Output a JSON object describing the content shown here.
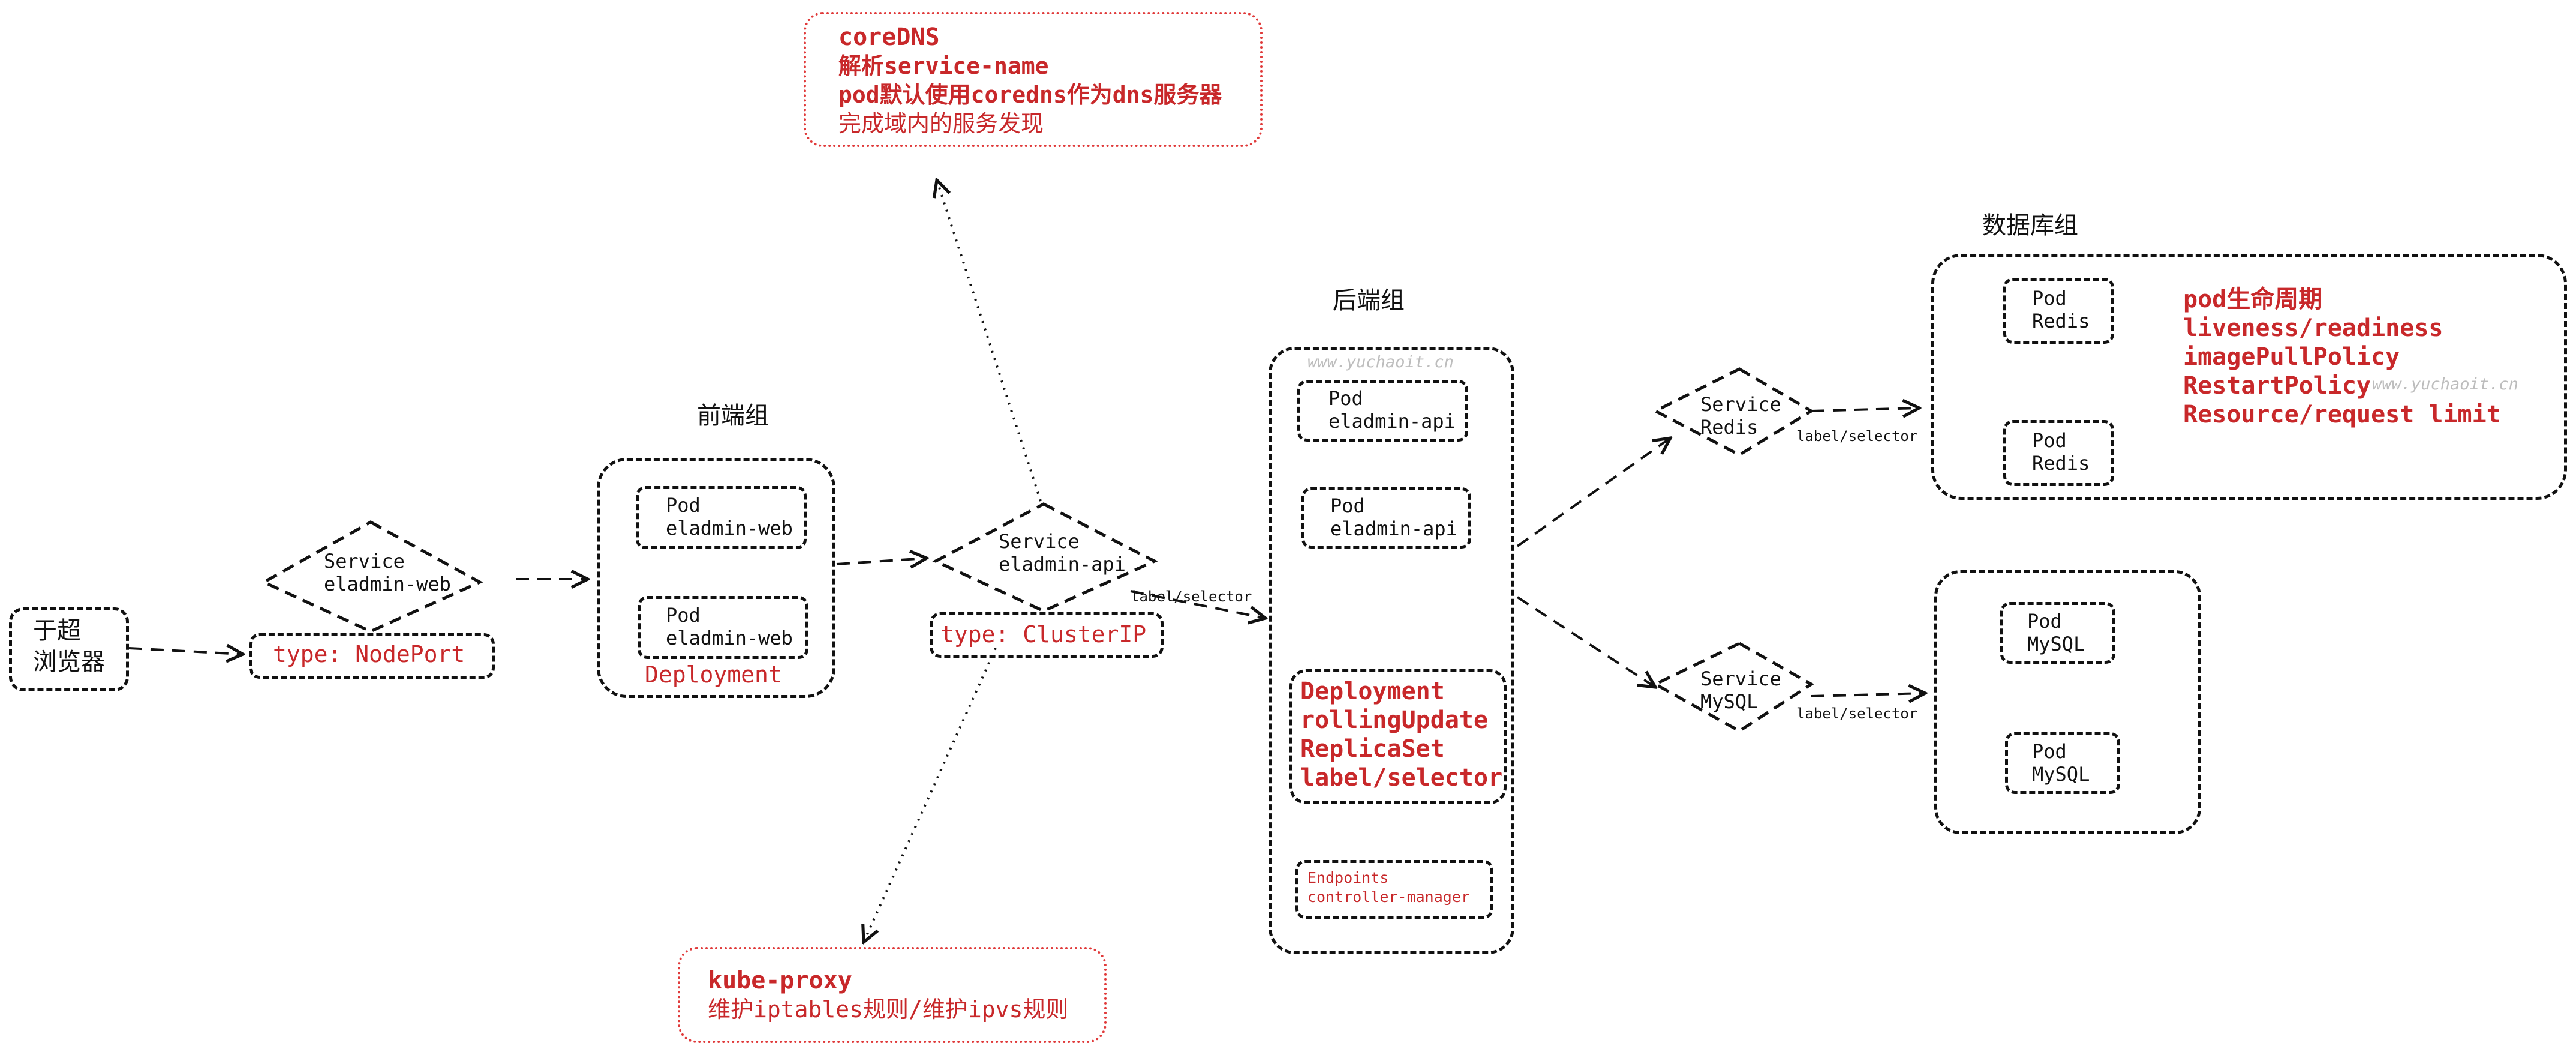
{
  "browser": {
    "label": "于超\n浏览器"
  },
  "frontend": {
    "group_label": "前端组",
    "service": "Service\neladmin-web",
    "service_type": "type: NodePort",
    "pods": [
      "Pod\neladmin-web",
      "Pod\neladmin-web"
    ],
    "deployment": "Deployment"
  },
  "api_service": {
    "label": "Service\neladmin-api",
    "type": "type: ClusterIP",
    "selector_label": "label/selector"
  },
  "coredns_note": {
    "title": "coreDNS",
    "lines": [
      "解析service-name",
      "pod默认使用coredns作为dns服务器",
      "完成域内的服务发现"
    ]
  },
  "kubeproxy_note": {
    "title": "kube-proxy",
    "line": "维护iptables规则/维护ipvs规则"
  },
  "backend": {
    "group_label": "后端组",
    "watermark": "www.yuchaoit.cn",
    "pods": [
      "Pod\neladmin-api",
      "Pod\neladmin-api"
    ],
    "deployment_lines": "Deployment\nrollingUpdate\nReplicaSet\nlabel/selector",
    "endpoints": "Endpoints\ncontroller-manager"
  },
  "database": {
    "group_label": "数据库组",
    "redis_service": "Service\nRedis",
    "redis_selector": "label/selector",
    "redis_pods": [
      "Pod\nRedis",
      "Pod\nRedis"
    ],
    "notes": "pod生命周期\nliveness/readiness\nimagePullPolicy\nRestartPolicy\nResource/request limit",
    "watermark": "www.yuchaoit.cn",
    "mysql_service": "Service\nMySQL",
    "mysql_selector": "label/selector",
    "mysql_pods": [
      "Pod\nMySQL",
      "Pod\nMySQL"
    ]
  },
  "colors": {
    "accent_red": "#c8282a",
    "ink": "#111111"
  }
}
